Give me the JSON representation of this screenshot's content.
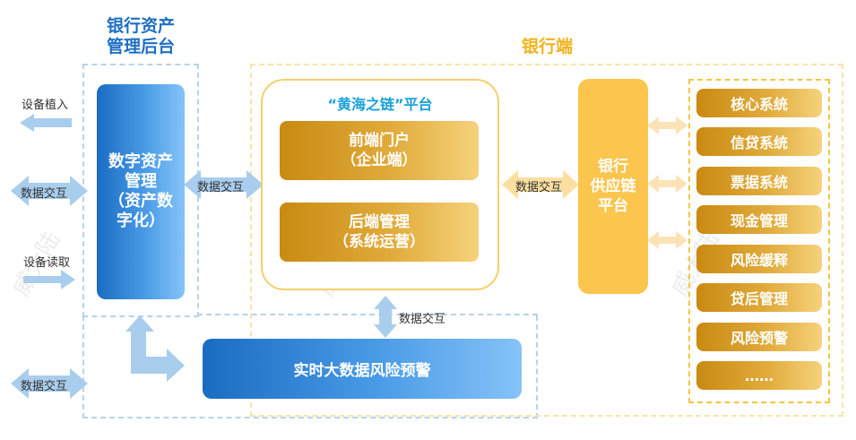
{
  "bank_backend": {
    "title_line1": "银行资产",
    "title_line2": "管理后台"
  },
  "bank_side": {
    "title": "银行端"
  },
  "digital_asset": {
    "line1": "数字资产",
    "line2": "管理",
    "line3": "（资产数",
    "line4": "字化）"
  },
  "platform": {
    "title": "“黄海之链”平台",
    "front": {
      "line1": "前端门户",
      "line2": "（企业端）"
    },
    "back": {
      "line1": "后端管理",
      "line2": "（系统运营）"
    }
  },
  "supply_chain": {
    "line1": "银行",
    "line2": "供应链",
    "line3": "平台"
  },
  "realtime": {
    "label": "实时大数据风险预警"
  },
  "systems": [
    "核心系统",
    "信贷系统",
    "票据系统",
    "现金管理",
    "风险缓释",
    "贷后管理",
    "风险预警",
    "……"
  ],
  "left_labels": {
    "device_implant": "设备植入",
    "data_exchange_1": "数据交互",
    "device_read": "设备读取",
    "data_exchange_2": "数据交互"
  },
  "arrow_labels": {
    "asset_platform": "数据交互",
    "platform_bank": "数据交互",
    "vertical": "数据交互"
  },
  "watermark": {
    "text": "威大陆"
  },
  "colors": {
    "blue_accent": "#1f6fc1",
    "yellow_accent": "#f2b21c",
    "arrow_blue": "#a9cdec",
    "arrow_gold": "#fbe3b7"
  }
}
